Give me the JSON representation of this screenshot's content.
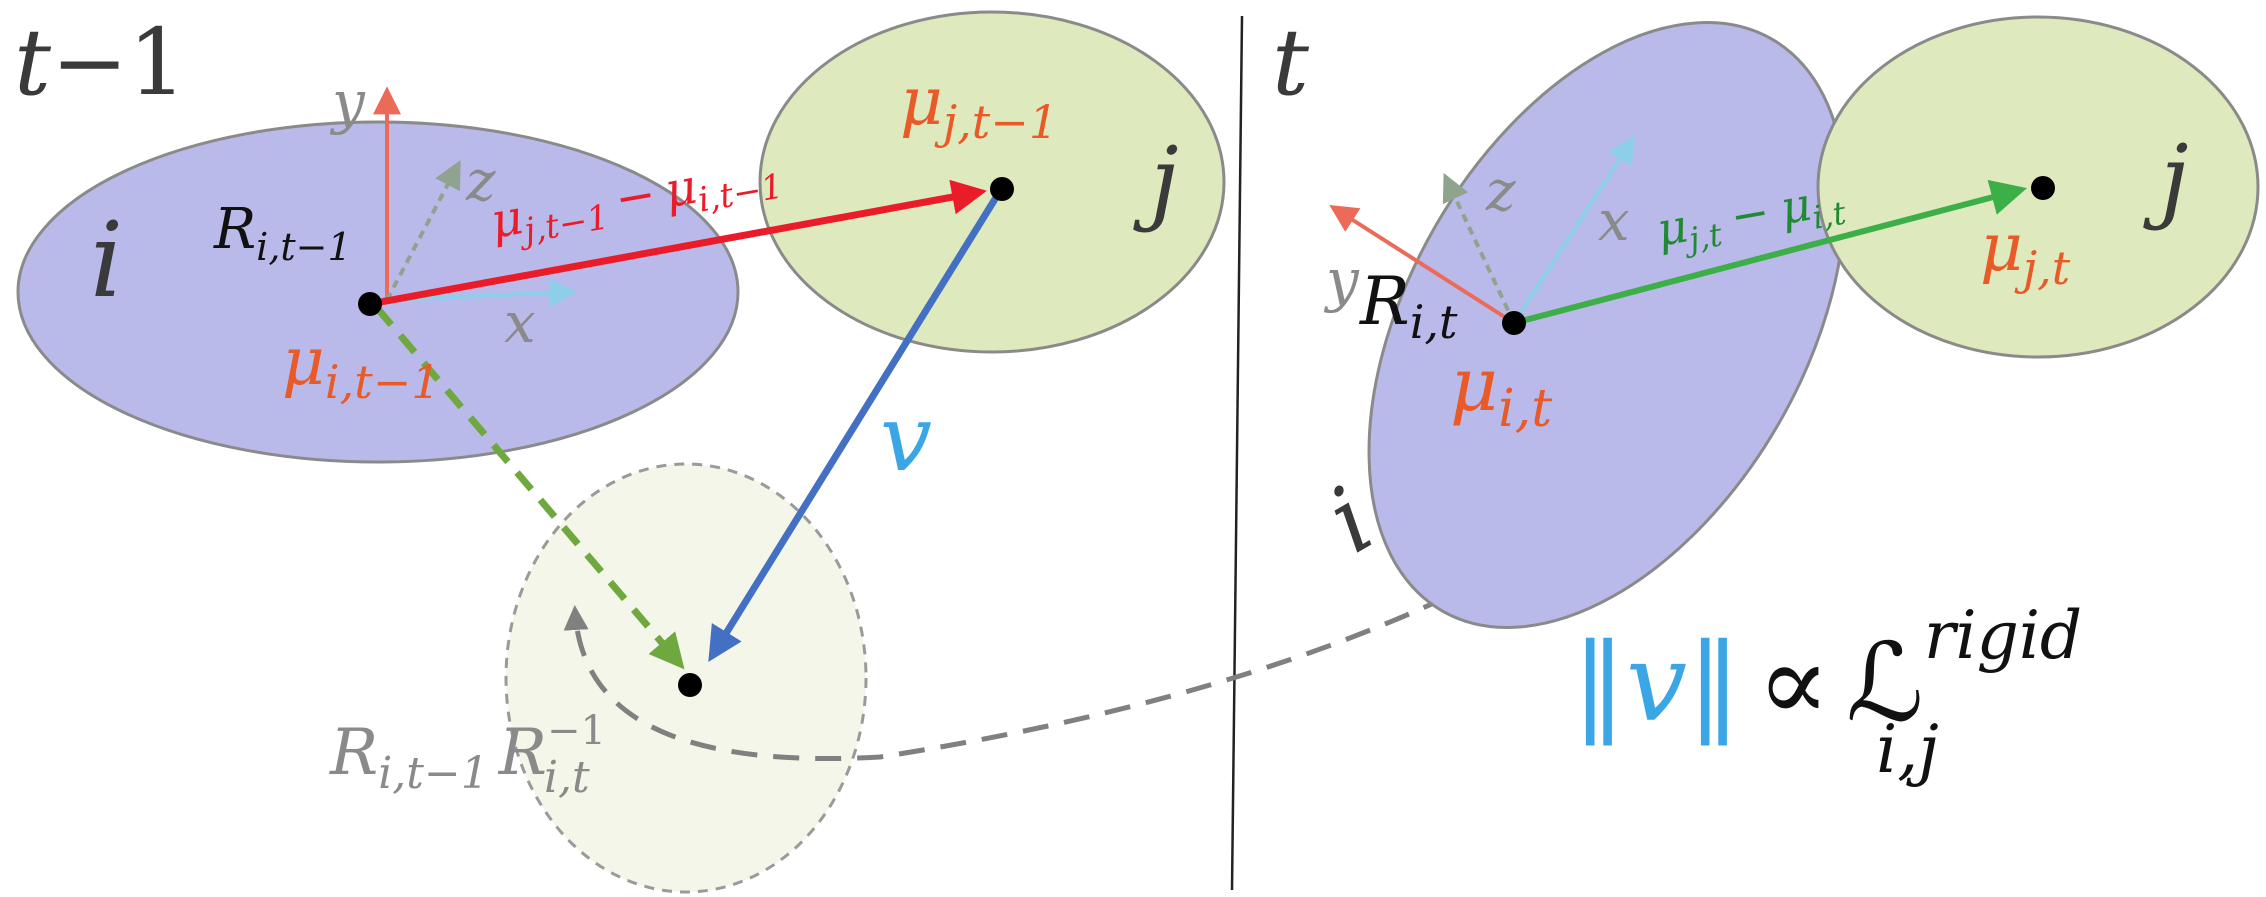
{
  "colors": {
    "ellipse_i_fill": "#babaea",
    "ellipse_j_fill": "#dee9bd",
    "ellipse_ghost_fill": "#f3f6e8",
    "outline": "#8a8a8a",
    "red_arrow": "#ea1c2a",
    "blue_arrow": "#4470c4",
    "green_arrow": "#3daf48",
    "green_dashed": "#6fa83e",
    "gray_dashed": "#808080",
    "axis_y": "#ec6a58",
    "axis_x": "#8dcfe8",
    "axis_z": "#8fa38f",
    "mu_label": "#e85a28",
    "v_label": "#3aa6e6",
    "dark_text": "#3a3a3a",
    "gray_text": "#8a8a8a"
  },
  "panels": {
    "left": {
      "time_label": {
        "base": "t",
        "op": "−",
        "num": "1"
      },
      "ellipse_i_label": "i",
      "ellipse_j_label": "j",
      "axis_y": "y",
      "axis_x": "x",
      "axis_z": "z",
      "rotation": {
        "base": "R",
        "sub": "i,t−1"
      },
      "mu_i": {
        "base": "μ",
        "sub": "i,t−1"
      },
      "mu_j": {
        "base": "μ",
        "sub": "j,t−1"
      },
      "difference": {
        "a": "μ",
        "a_sub": "j,t−1",
        "op": "−",
        "b": "μ",
        "b_sub": "i,t−1"
      },
      "v_label": "v",
      "transform": {
        "r1": "R",
        "r1_sub": "i,t−1",
        "r2": "R",
        "r2_sup": "−1",
        "r2_sub": "i,t"
      }
    },
    "right": {
      "time_label": "t",
      "ellipse_i_label": "i",
      "ellipse_j_label": "j",
      "axis_y": "y",
      "axis_x": "x",
      "axis_z": "z",
      "rotation": {
        "base": "R",
        "sub": "i,t"
      },
      "mu_i": {
        "base": "μ",
        "sub": "i,t"
      },
      "mu_j": {
        "base": "μ",
        "sub": "j,t"
      },
      "difference": {
        "a": "μ",
        "a_sub": "j,t",
        "op": "−",
        "b": "μ",
        "b_sub": "i,t"
      }
    }
  },
  "formula": {
    "norm_open": "‖",
    "v": "v",
    "norm_close": "‖",
    "propto": "∝",
    "L": "ℒ",
    "sup": "rigid",
    "sub": "i,j"
  }
}
